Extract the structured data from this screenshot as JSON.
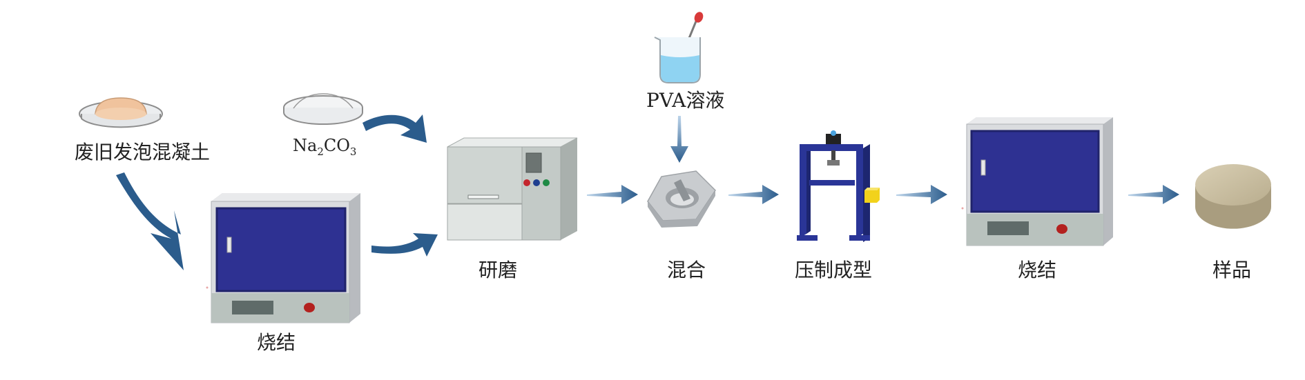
{
  "diagram": {
    "labels": {
      "waste_concrete": "废旧发泡混凝土",
      "sinter_1": "烧结",
      "na2co3": {
        "base1": "Na",
        "sub1": "2",
        "base2": "CO",
        "sub2": "3"
      },
      "grinding": "研磨",
      "pva": "PVA溶液",
      "mixing": "混合",
      "pressing": "压制成型",
      "sinter_2": "烧结",
      "sample": "样品"
    },
    "colors": {
      "arrow": "#2b5c8c",
      "furnace_door": "#2e3192",
      "furnace_body": "#d6d8db",
      "press_frame": "#2a3597",
      "press_block": "#f2d21b",
      "sample_disk": "#c7bc9f",
      "liquid": "#8fd3f2"
    }
  }
}
